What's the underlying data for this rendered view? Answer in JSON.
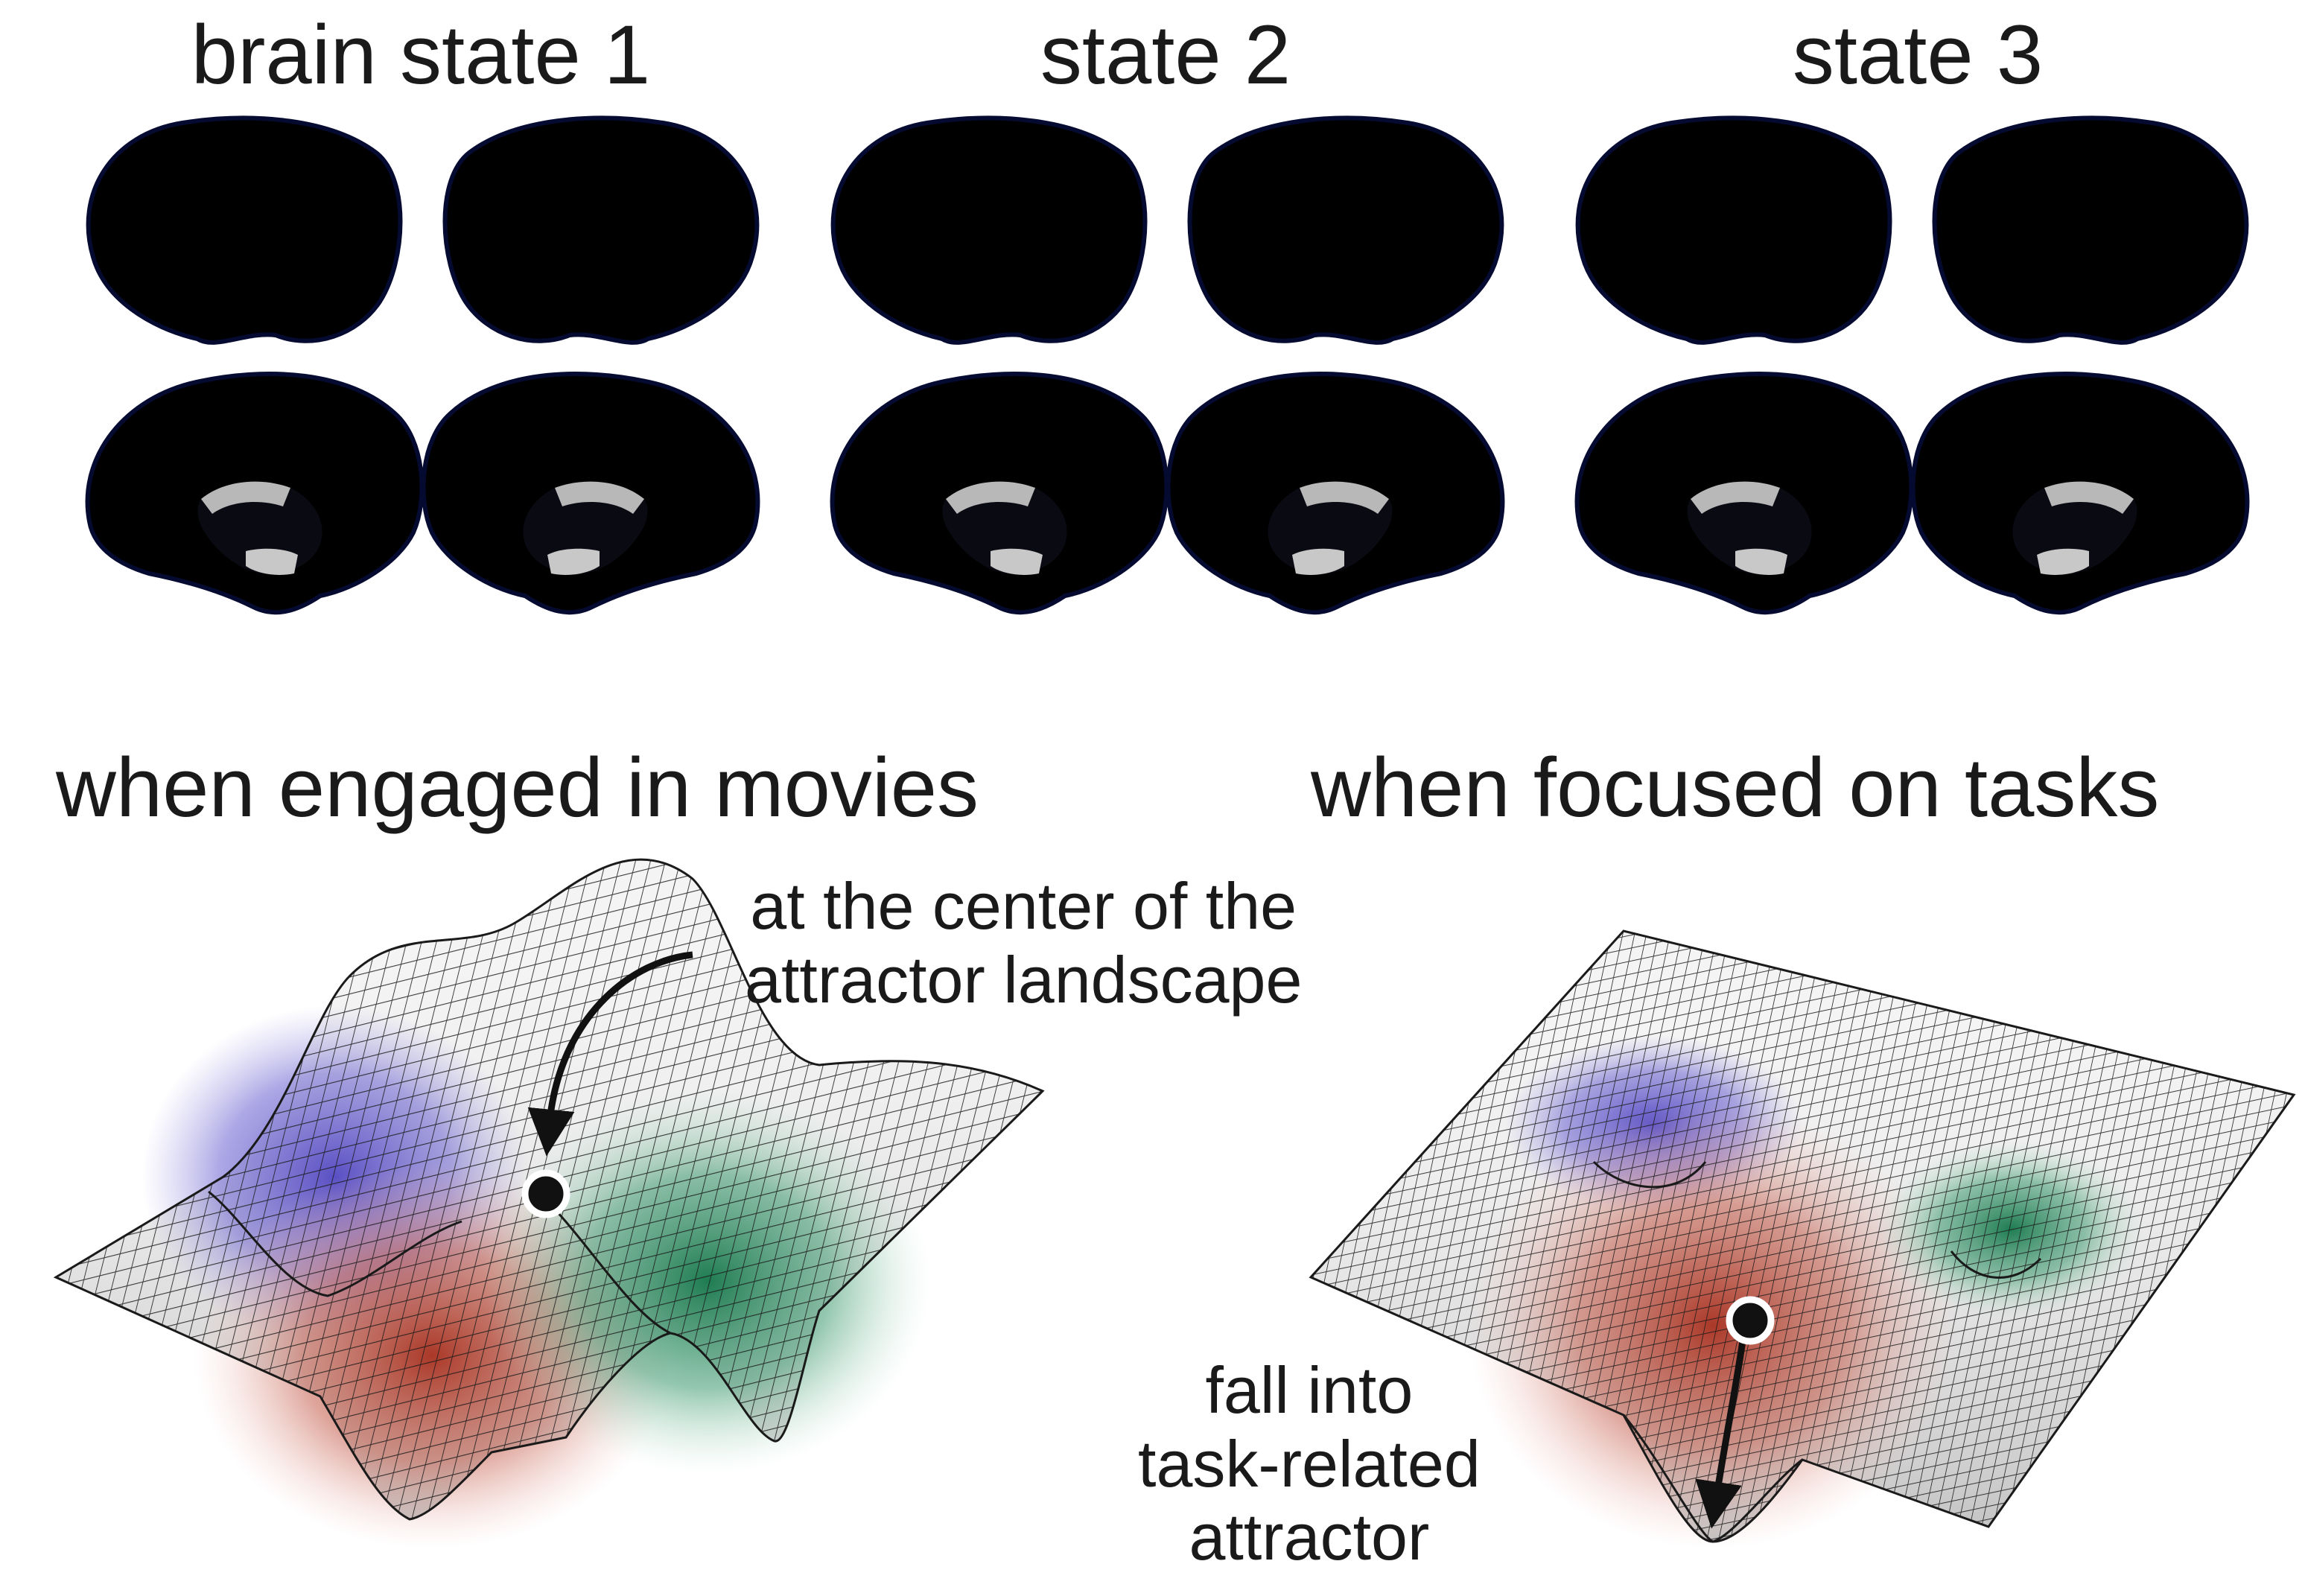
{
  "state_titles": [
    "brain state 1",
    "state 2",
    "state 3"
  ],
  "conditions": {
    "movies": "when engaged in movies",
    "tasks": "when focused on tasks"
  },
  "annotations": {
    "center": [
      "at the center of the",
      "attractor landscape"
    ],
    "fall": [
      "fall into",
      "task-related",
      "attractor"
    ]
  },
  "colors": {
    "activation_hot": "#ff3a00",
    "activation_peak": "#ffe23a",
    "deactivation": "#1438e6",
    "deactivation_light": "#1e90ff",
    "medial_wall": "#b8b8b8",
    "attractor_blue": "#5a4fc8",
    "attractor_red": "#b83a2a",
    "attractor_green": "#1f8a55",
    "mesh_line": "#1a1a1a",
    "ball": "#111111"
  },
  "icons": {
    "arrow_to_center": "curved-arrow-icon",
    "arrow_to_attractor": "downward-arrow-icon",
    "ball": "ball-marker-icon"
  }
}
